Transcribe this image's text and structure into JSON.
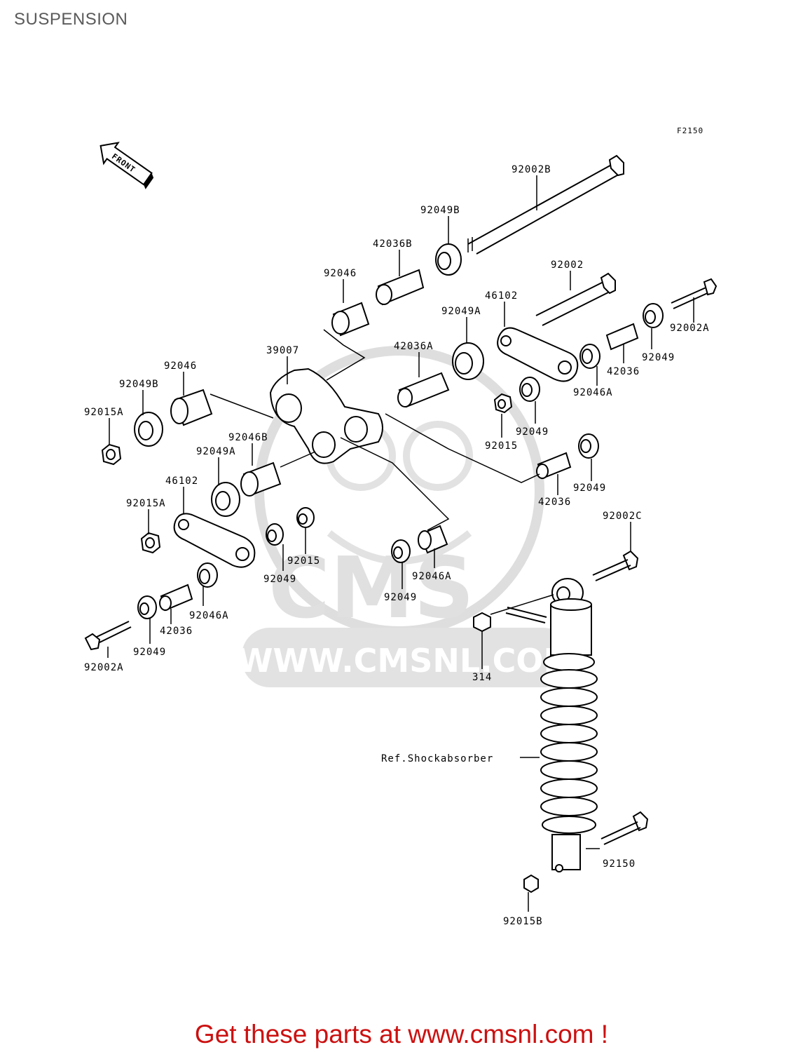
{
  "page": {
    "title": "SUSPENSION",
    "figure_code": "F2150",
    "front_label": "FRONT",
    "footer": "Get these parts at www.cmsnl.com !"
  },
  "watermark": {
    "brand": "CMS",
    "url": "WWW.CMSNL.COM"
  },
  "parts": [
    "92002B",
    "92049B",
    "42036B",
    "92046",
    "92002",
    "46102",
    "92049A",
    "42036A",
    "39007",
    "92046",
    "92049B",
    "92015A",
    "92046B",
    "92049A",
    "46102",
    "92015A",
    "92015",
    "92049",
    "92002A",
    "92046A",
    "42036",
    "92049",
    "92015",
    "92049",
    "42036",
    "92049",
    "92046A",
    "92049",
    "92002C",
    "92049",
    "42036",
    "92046A",
    "92002A",
    "314",
    "Ref.Shockabsorber",
    "92150",
    "92015B"
  ],
  "colors": {
    "footer": "#cc1010",
    "watermark": "#d8d8d8",
    "line": "#000000"
  }
}
